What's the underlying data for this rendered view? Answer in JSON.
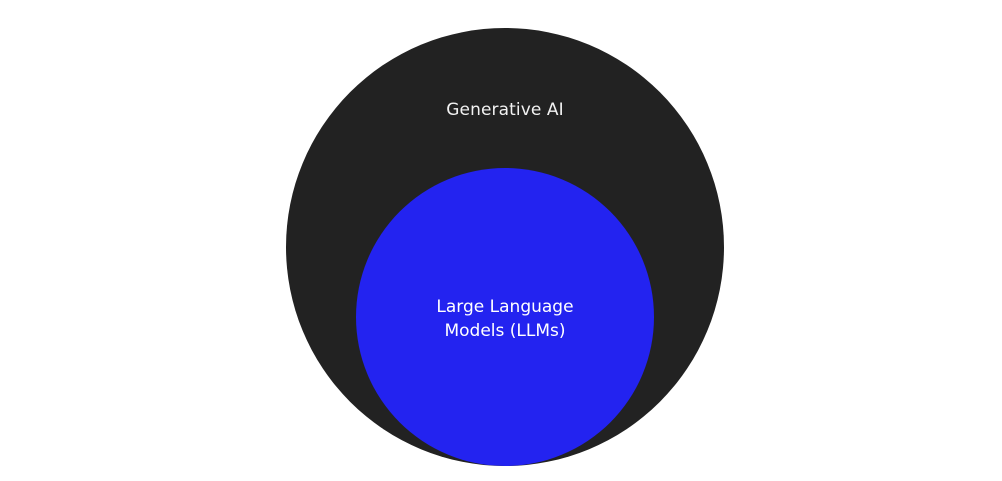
{
  "diagram": {
    "outer": {
      "label": "Generative AI",
      "color": "#222222"
    },
    "inner": {
      "label_lines": [
        "Large Language",
        "Models (LLMs)"
      ],
      "color": "#2323f0"
    },
    "background": "#ffffff"
  }
}
